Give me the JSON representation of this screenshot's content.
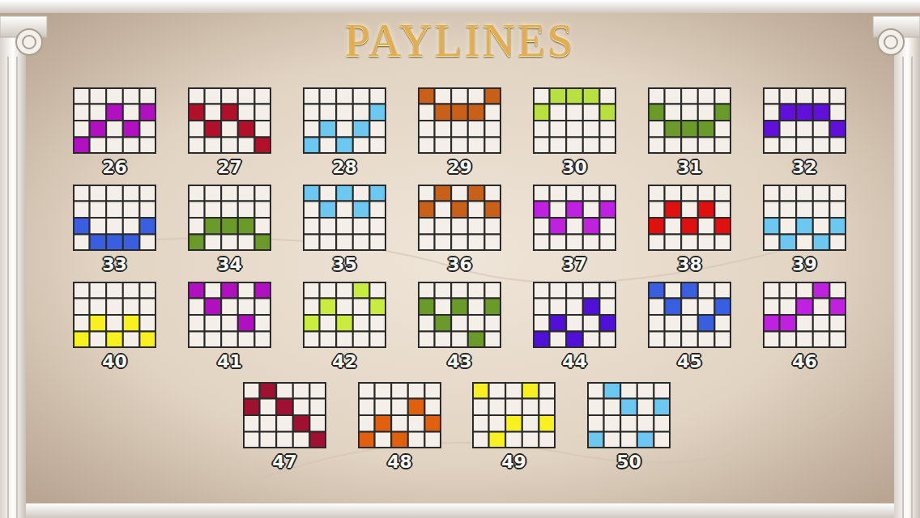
{
  "diagram": {
    "title": "PAYLINES",
    "nodes": [
      {
        "text": [
          "26"
        ]
      },
      {
        "text": [
          "27"
        ]
      },
      {
        "text": [
          "28"
        ]
      },
      {
        "text": [
          "29"
        ]
      },
      {
        "text": [
          "30"
        ]
      },
      {
        "text": [
          "31"
        ]
      },
      {
        "text": [
          "32"
        ]
      },
      {
        "text": [
          "33"
        ]
      },
      {
        "text": [
          "34"
        ]
      },
      {
        "text": [
          "35"
        ]
      },
      {
        "text": [
          "36"
        ]
      },
      {
        "text": [
          "37"
        ]
      },
      {
        "text": [
          "38"
        ]
      },
      {
        "text": [
          "39"
        ]
      },
      {
        "text": [
          "40"
        ]
      },
      {
        "text": [
          "41"
        ]
      },
      {
        "text": [
          "42"
        ]
      },
      {
        "text": [
          "43"
        ]
      },
      {
        "text": [
          "44"
        ]
      },
      {
        "text": [
          "45"
        ]
      },
      {
        "text": [
          "46"
        ]
      },
      {
        "text": [
          "47"
        ]
      },
      {
        "text": [
          "48"
        ]
      },
      {
        "text": [
          "49"
        ]
      },
      {
        "text": [
          "50"
        ]
      }
    ]
  }
}
